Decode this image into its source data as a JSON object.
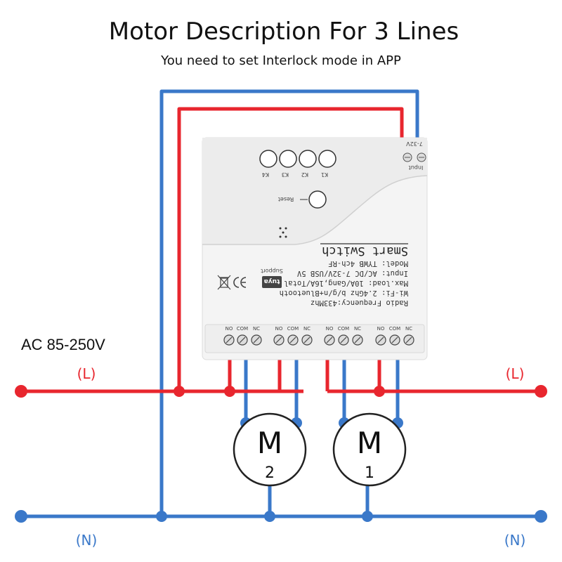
{
  "title": "Motor Description For 3 Lines",
  "subtitle": "You need to set Interlock mode in APP",
  "supply_label": "AC 85-250V",
  "live_label_left": "(L)",
  "live_label_right": "(L)",
  "neutral_label_left": "(N)",
  "neutral_label_right": "(N)",
  "colors": {
    "live": "#e8262e",
    "neutral": "#3a78c9",
    "device": "#f4f4f4"
  },
  "device": {
    "input_label": "7-32V",
    "input_port_label": "Input",
    "key_labels": [
      "K4",
      "K3",
      "K2",
      "K1"
    ],
    "reset_label": "Reset",
    "name": "Smart Switch",
    "specs": [
      "Model:  TYWB 4ch-RF",
      "Input:  AC/DC 7-32V/USB 5V",
      "Max.load:  10A/Gang,16A/Total",
      "Wi-Fi:  2.4Ghz b/g/n+Bluetooth",
      "Radio Frequency:433Mhz"
    ],
    "tuya_logo": "tuya",
    "tuya_support": "Support",
    "terminal_labels": [
      "NO",
      "COM",
      "NC",
      "NO",
      "COM",
      "NC",
      "NO",
      "COM",
      "NC",
      "NO",
      "COM",
      "NC"
    ]
  },
  "motors": [
    {
      "letter": "M",
      "number": "2"
    },
    {
      "letter": "M",
      "number": "1"
    }
  ]
}
